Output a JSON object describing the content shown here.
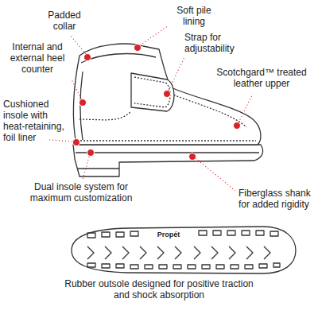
{
  "diagram": {
    "labels": [
      "Padded collar",
      "Soft pile lining",
      "Internal and external heel counter",
      "Strap for adjustability",
      "Scotchgard™ treated leather upper",
      "Cushioned insole with heat-retaining, foil liner",
      "Fiberglass shank for added rigidity",
      "Dual insole system for maximum customization",
      "Propét",
      "Rubber outsole designed for positive traction and shock absorption"
    ]
  }
}
